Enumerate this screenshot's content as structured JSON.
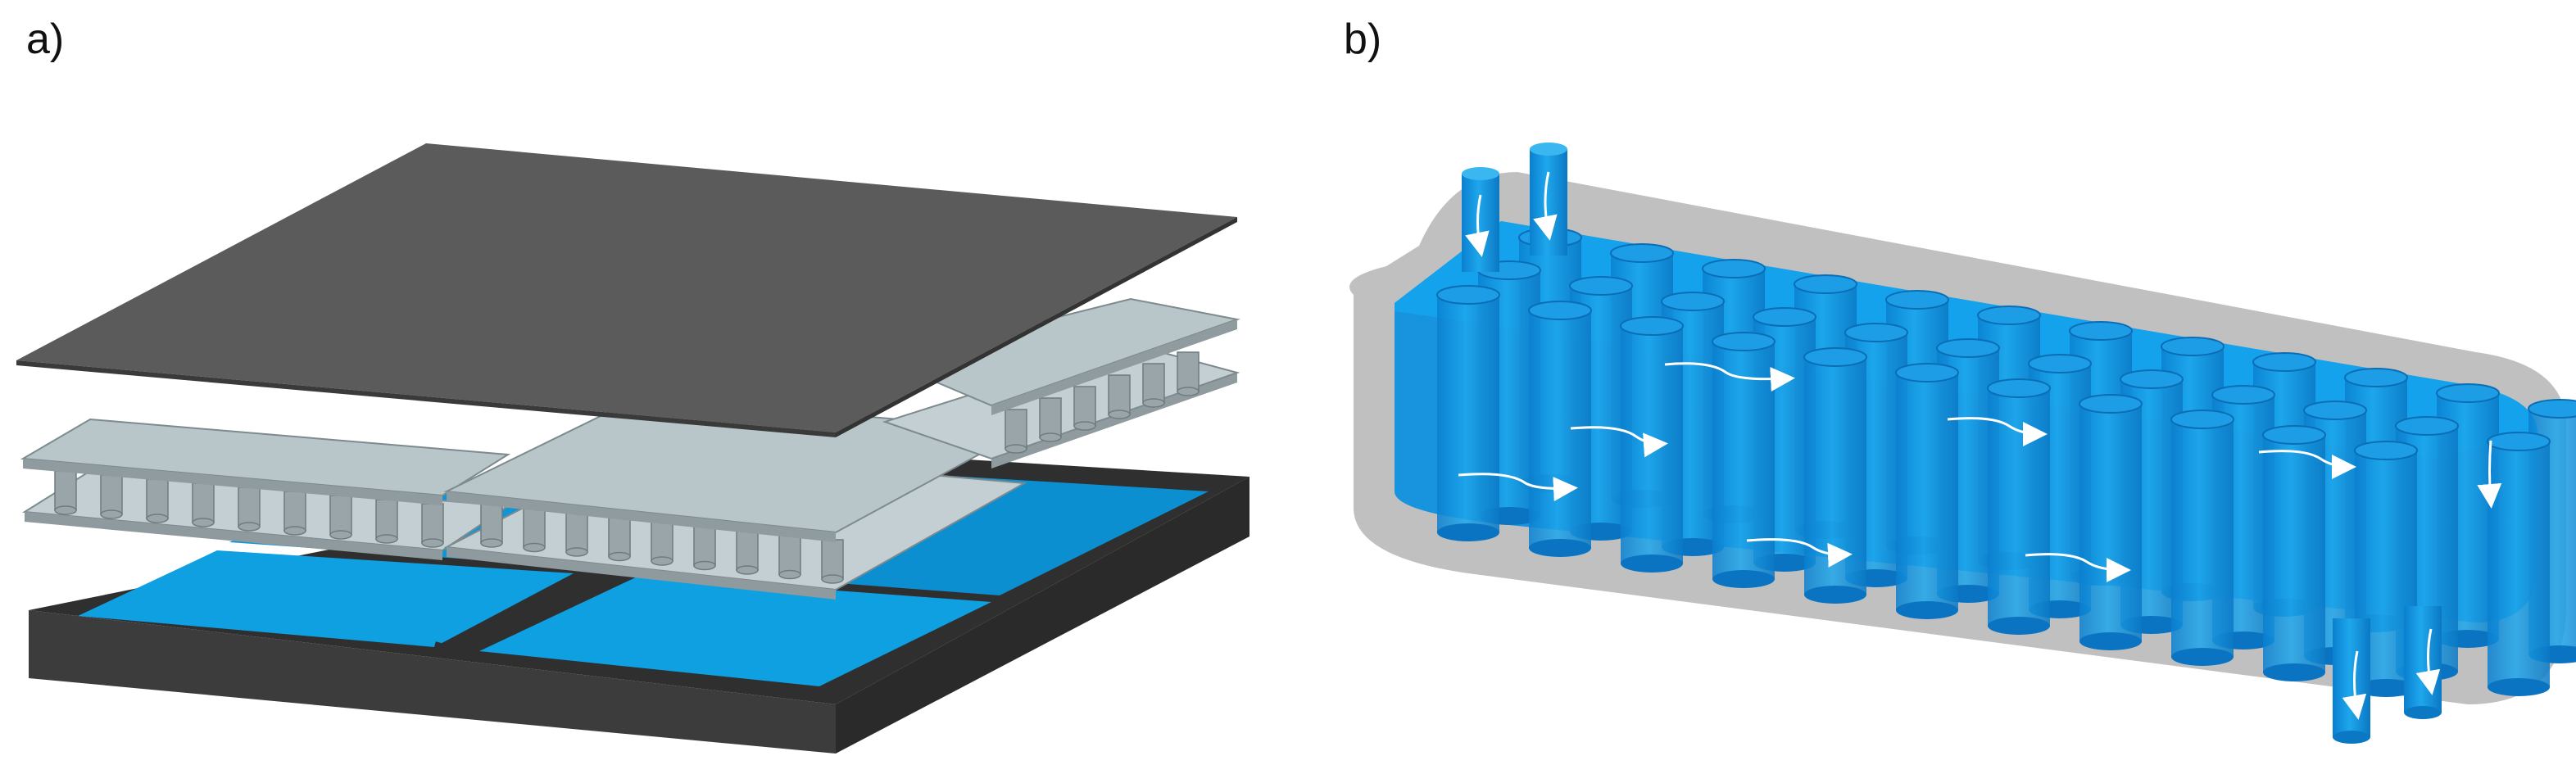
{
  "panels": [
    {
      "id": "a",
      "label": "a)"
    },
    {
      "id": "b",
      "label": "b)"
    }
  ],
  "colors": {
    "water_blue": "#0a8fe0",
    "water_light": "#1ea7ec",
    "frame_dark": "#3a3a3a",
    "top_sheet": "#5b5b5b",
    "plate_grey": "#b9c7cc",
    "pin_grey": "#a8b2b6",
    "shell_grey": "#9a9a9a",
    "flow_arrow": "#ffffff"
  },
  "icons": [
    "flow-arrow-icon"
  ]
}
